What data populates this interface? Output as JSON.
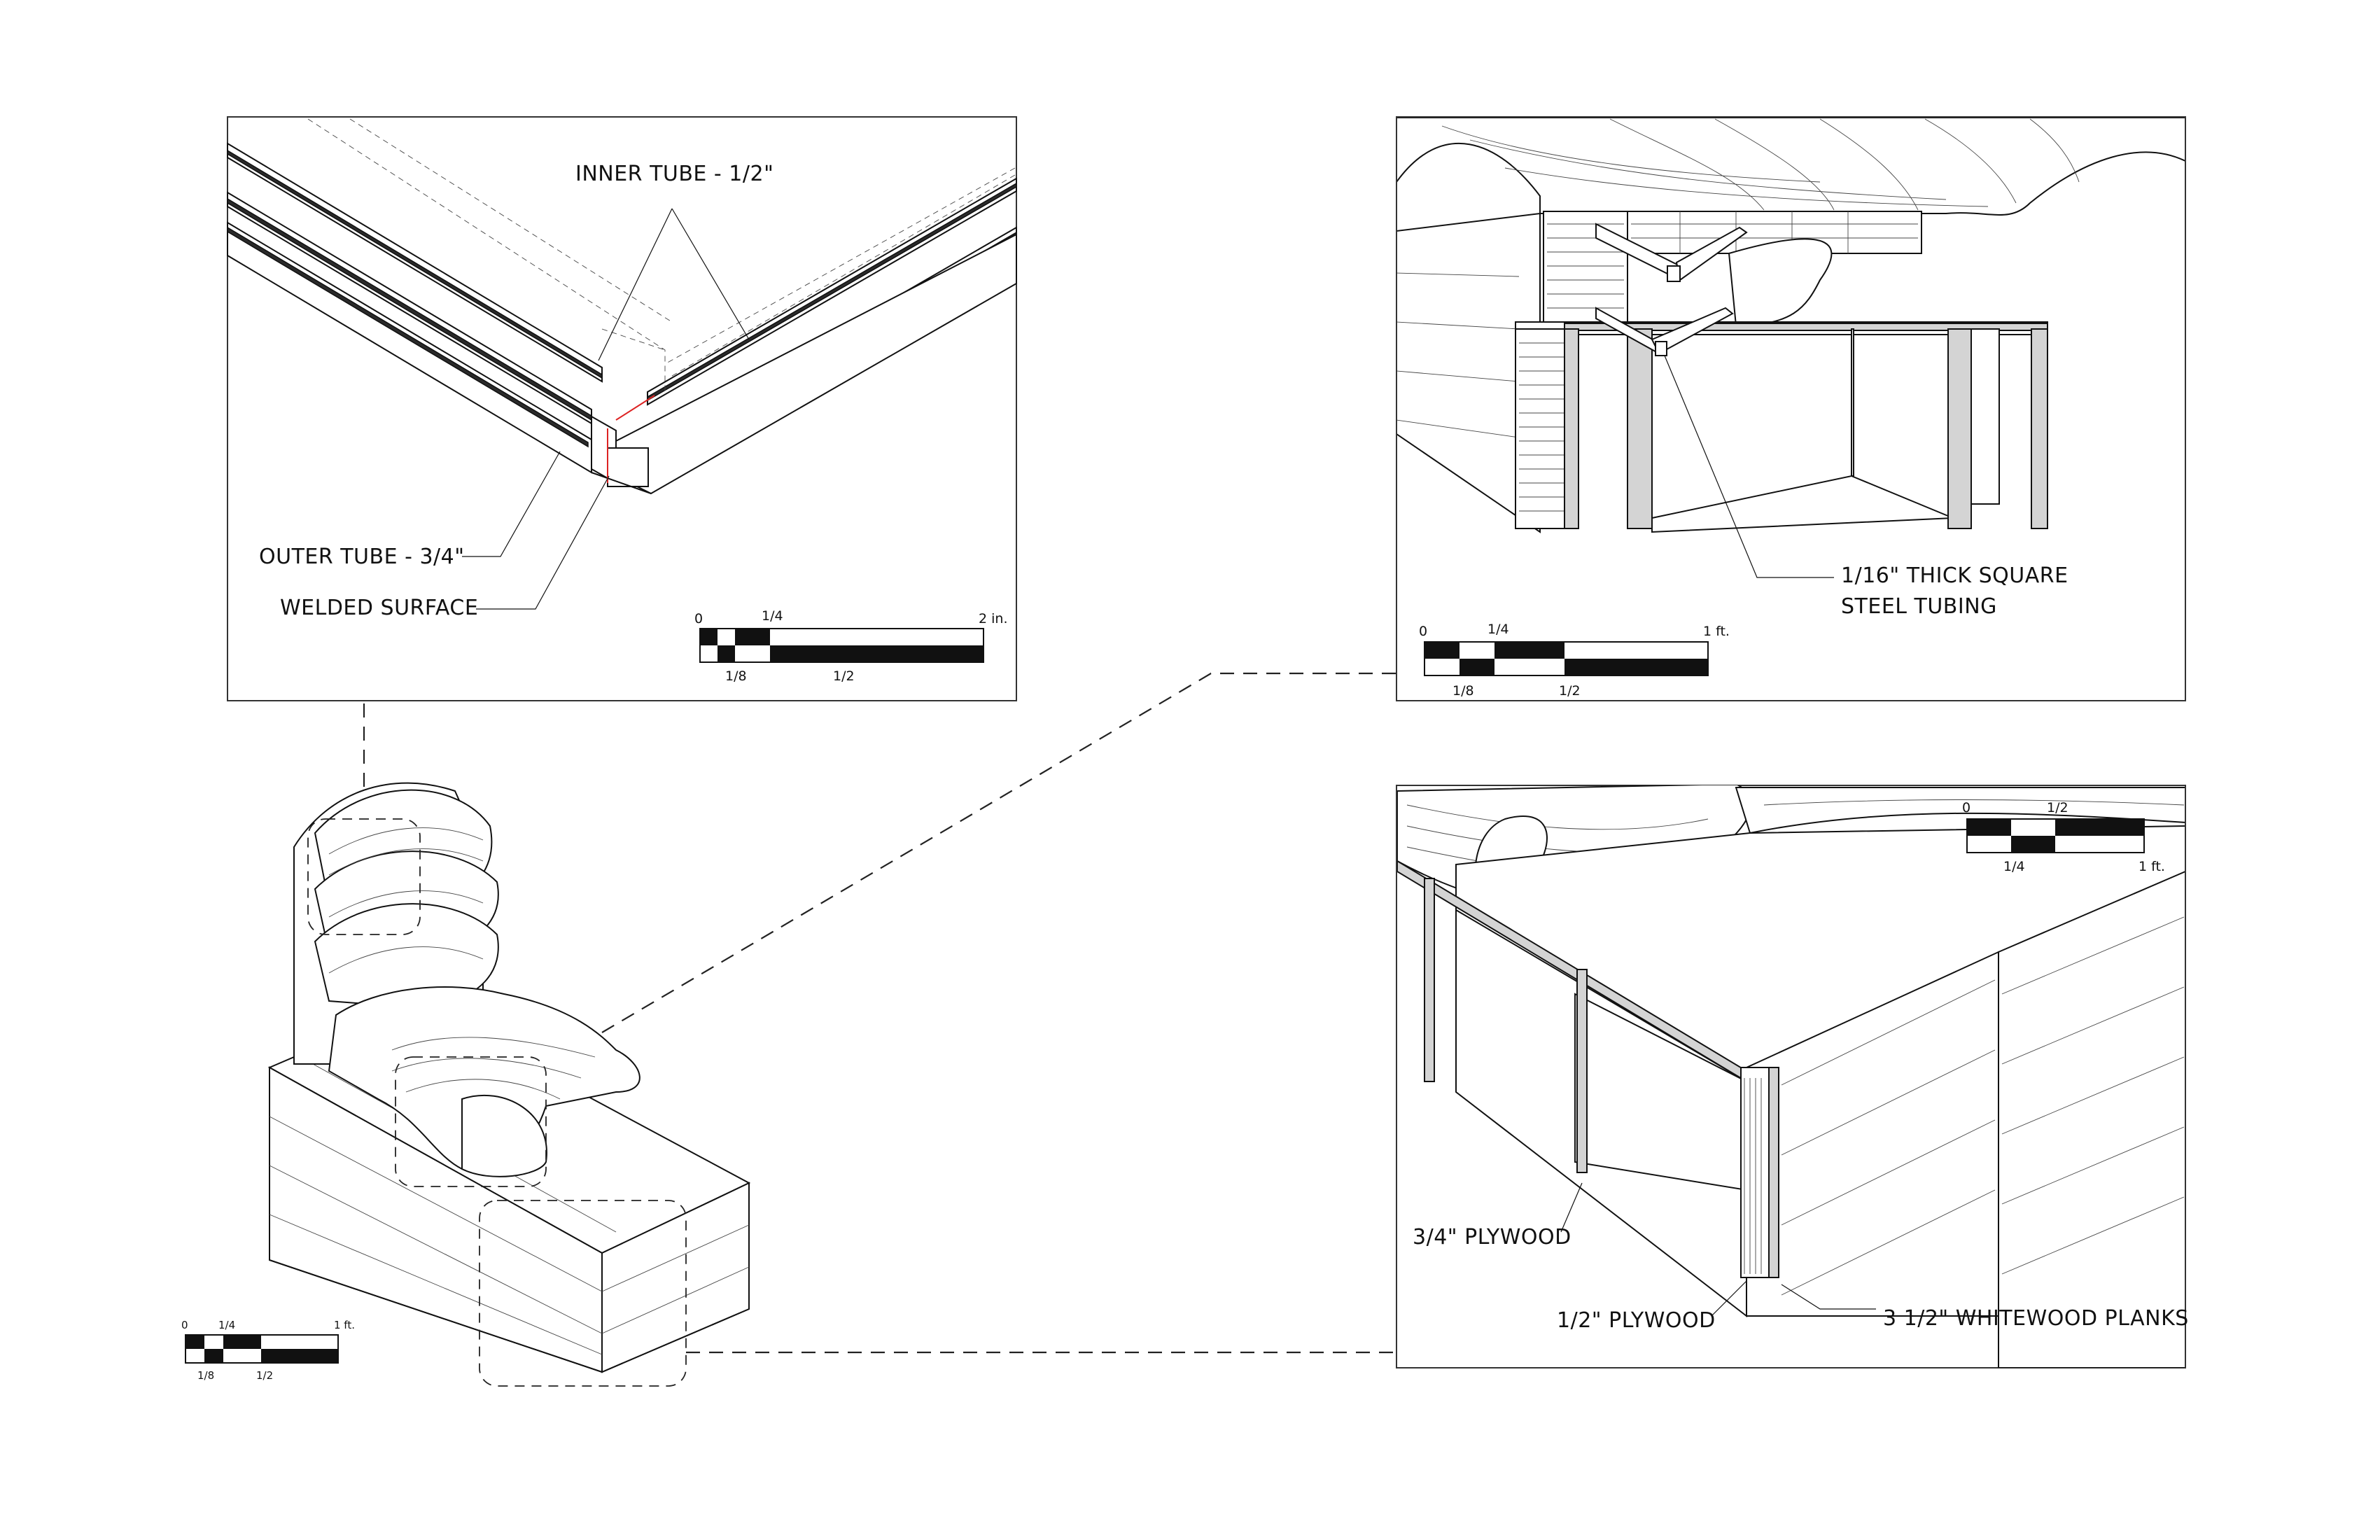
{
  "detail_tube": {
    "inner_tube": "INNER TUBE - 1/2\"",
    "outer_tube": "OUTER TUBE - 3/4\"",
    "welded_surface": "WELDED SURFACE",
    "scale": {
      "top": [
        "0",
        "1/4",
        "2 in."
      ],
      "bottom": [
        "1/8",
        "1/2"
      ]
    }
  },
  "detail_steel": {
    "label_line1": "1/16\" THICK SQUARE",
    "label_line2": "STEEL TUBING",
    "scale": {
      "top": [
        "0",
        "1/4",
        "1 ft."
      ],
      "bottom": [
        "1/8",
        "1/2"
      ]
    }
  },
  "detail_plywood": {
    "ply_34": "3/4\" PLYWOOD",
    "ply_12": "1/2\" PLYWOOD",
    "planks": "3 1/2\" WHITEWOOD PLANKS",
    "scale": {
      "top": [
        "0",
        "1/2"
      ],
      "bottom": [
        "1/4",
        "1 ft."
      ]
    }
  },
  "overall": {
    "scale": {
      "top": [
        "0",
        "1/4",
        "1 ft."
      ],
      "bottom": [
        "1/8",
        "1/2"
      ]
    }
  }
}
